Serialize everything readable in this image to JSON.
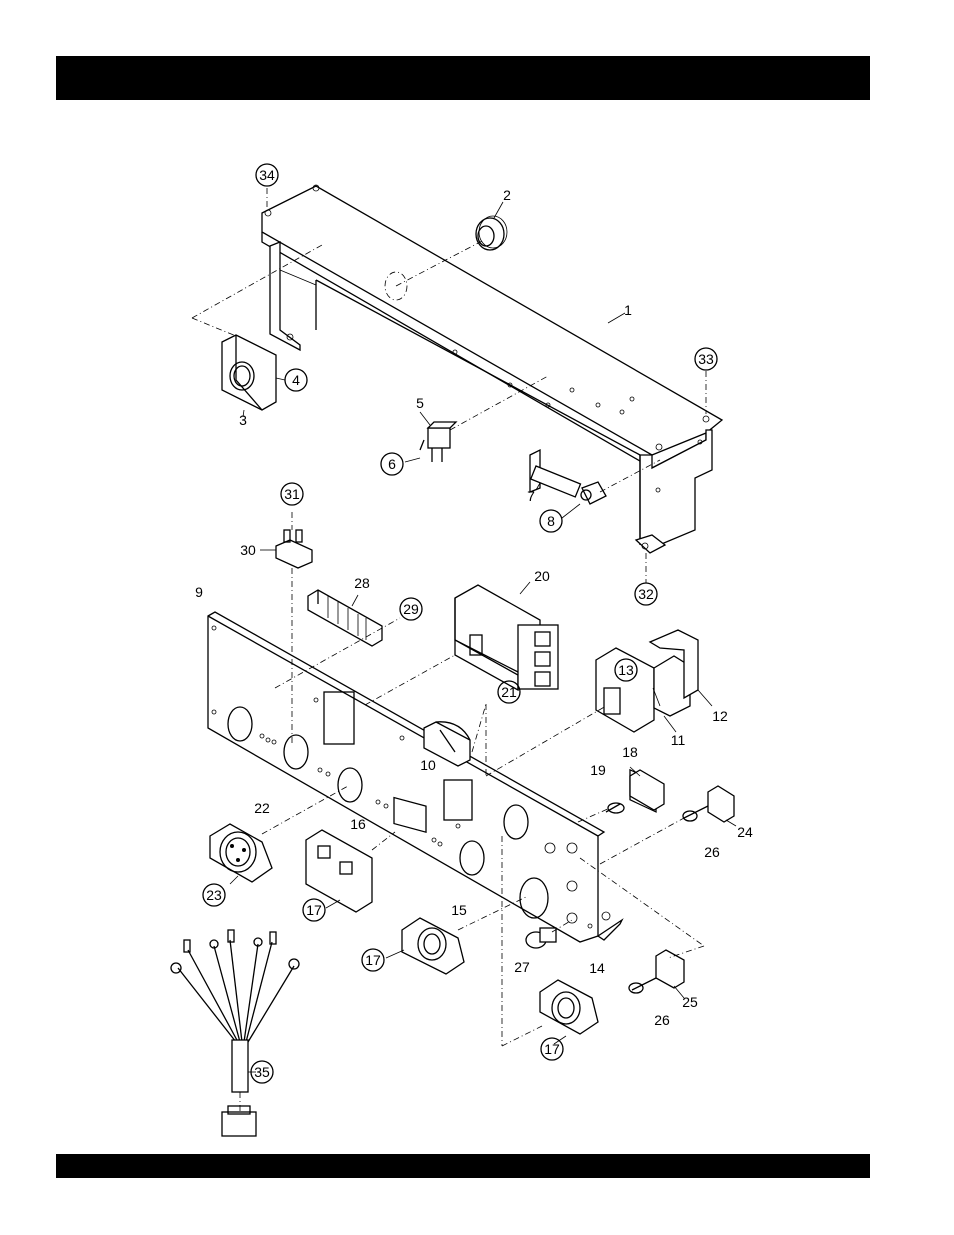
{
  "header_bar": {
    "color": "#000000",
    "text": ""
  },
  "footer_bar": {
    "color": "#000000",
    "text": ""
  },
  "diagram": {
    "callouts": [
      {
        "id": "1",
        "label": "1",
        "circled": false
      },
      {
        "id": "2",
        "label": "2",
        "circled": false
      },
      {
        "id": "3",
        "label": "3",
        "circled": false
      },
      {
        "id": "4",
        "label": "4",
        "circled": true
      },
      {
        "id": "5",
        "label": "5",
        "circled": false
      },
      {
        "id": "6",
        "label": "6",
        "circled": true
      },
      {
        "id": "7",
        "label": "7",
        "circled": false
      },
      {
        "id": "8",
        "label": "8",
        "circled": true
      },
      {
        "id": "9",
        "label": "9",
        "circled": false
      },
      {
        "id": "10",
        "label": "10",
        "circled": false
      },
      {
        "id": "11",
        "label": "11",
        "circled": false
      },
      {
        "id": "12",
        "label": "12",
        "circled": false
      },
      {
        "id": "13",
        "label": "13",
        "circled": true
      },
      {
        "id": "14",
        "label": "14",
        "circled": false
      },
      {
        "id": "15",
        "label": "15",
        "circled": false
      },
      {
        "id": "16",
        "label": "16",
        "circled": false
      },
      {
        "id": "17a",
        "label": "17",
        "circled": true
      },
      {
        "id": "17b",
        "label": "17",
        "circled": true
      },
      {
        "id": "17c",
        "label": "17",
        "circled": true
      },
      {
        "id": "18",
        "label": "18",
        "circled": false
      },
      {
        "id": "19",
        "label": "19",
        "circled": false
      },
      {
        "id": "20",
        "label": "20",
        "circled": false
      },
      {
        "id": "21",
        "label": "21",
        "circled": true
      },
      {
        "id": "22",
        "label": "22",
        "circled": false
      },
      {
        "id": "23",
        "label": "23",
        "circled": true
      },
      {
        "id": "24",
        "label": "24",
        "circled": false
      },
      {
        "id": "25",
        "label": "25",
        "circled": false
      },
      {
        "id": "26a",
        "label": "26",
        "circled": false
      },
      {
        "id": "26b",
        "label": "26",
        "circled": false
      },
      {
        "id": "27",
        "label": "27",
        "circled": false
      },
      {
        "id": "28",
        "label": "28",
        "circled": false
      },
      {
        "id": "29",
        "label": "29",
        "circled": true
      },
      {
        "id": "30",
        "label": "30",
        "circled": false
      },
      {
        "id": "31",
        "label": "31",
        "circled": true
      },
      {
        "id": "32",
        "label": "32",
        "circled": true
      },
      {
        "id": "33",
        "label": "33",
        "circled": true
      },
      {
        "id": "34",
        "label": "34",
        "circled": true
      },
      {
        "id": "35",
        "label": "35",
        "circled": true
      }
    ]
  }
}
